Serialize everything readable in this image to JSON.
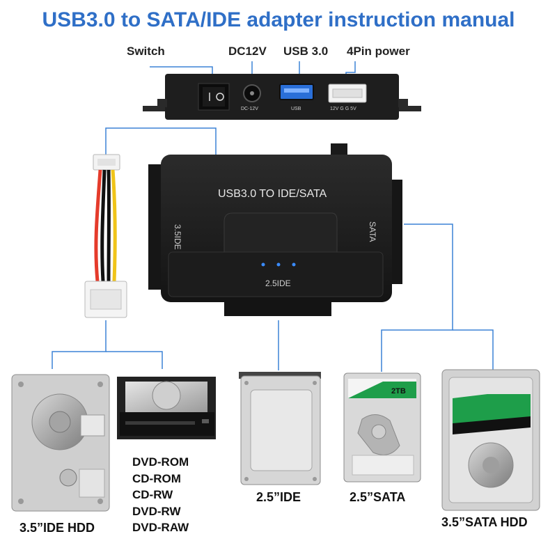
{
  "title": "USB3.0 to SATA/IDE adapter instruction manual",
  "ports": {
    "switch": "Switch",
    "dc12v": "DC12V",
    "usb": "USB 3.0",
    "power": "4Pin power"
  },
  "port_panel": {
    "dc_marking": "DC-12V",
    "usb_marking": "USB",
    "power_marking": "12V G G 5V"
  },
  "adapter": {
    "label": "USB3.0 TO IDE/SATA",
    "side_left": "3.5IDE",
    "side_right": "SATA",
    "bottom": "2.5IDE"
  },
  "devices": {
    "ide35": "3.5”IDE HDD",
    "ide25": "2.5”IDE",
    "sata25": "2.5”SATA",
    "sata35": "3.5”SATA HDD",
    "sata25_capacity": "2TB"
  },
  "optical_drives": [
    "DVD-ROM",
    "CD-ROM",
    "CD-RW",
    "DVD-RW",
    "DVD-RAW"
  ],
  "colors": {
    "title": "#2f6fc7",
    "connector_lines": "#3b82d6",
    "adapter_body": "#1f1f1f",
    "usb_port": "#2a6fd8",
    "led": "#3a8cff",
    "sata_label_green": "#1e9e4a"
  }
}
